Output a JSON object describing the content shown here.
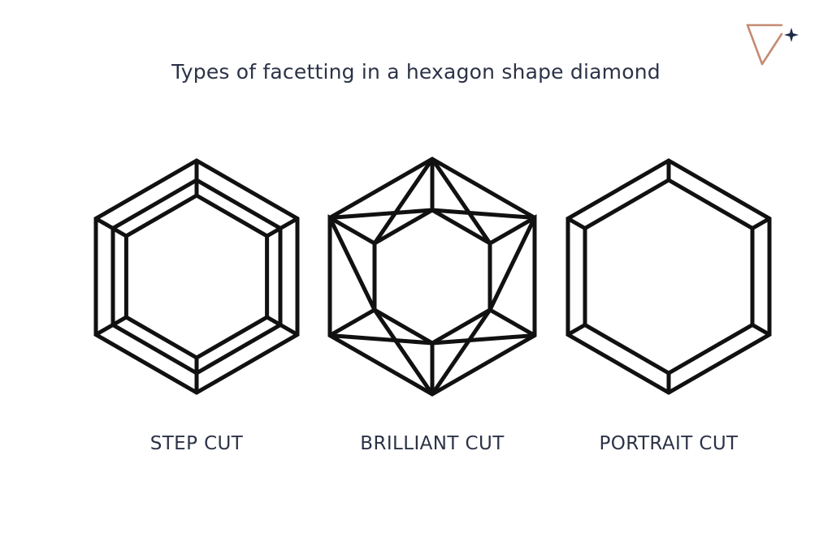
{
  "title": "Types of facetting in a hexagon shape diamond",
  "colors": {
    "text": "#2c3347",
    "outline": "#111111",
    "logo_accent": "#c58b72",
    "logo_star": "#1f2a44"
  },
  "logo": {
    "icon": "diamond-outline-with-sparkle-icon"
  },
  "cuts": [
    {
      "label": "STEP CUT",
      "icon": "step-cut-hexagon-icon"
    },
    {
      "label": "BRILLIANT CUT",
      "icon": "brilliant-cut-hexagon-icon"
    },
    {
      "label": "PORTRAIT CUT",
      "icon": "portrait-cut-hexagon-icon"
    }
  ]
}
